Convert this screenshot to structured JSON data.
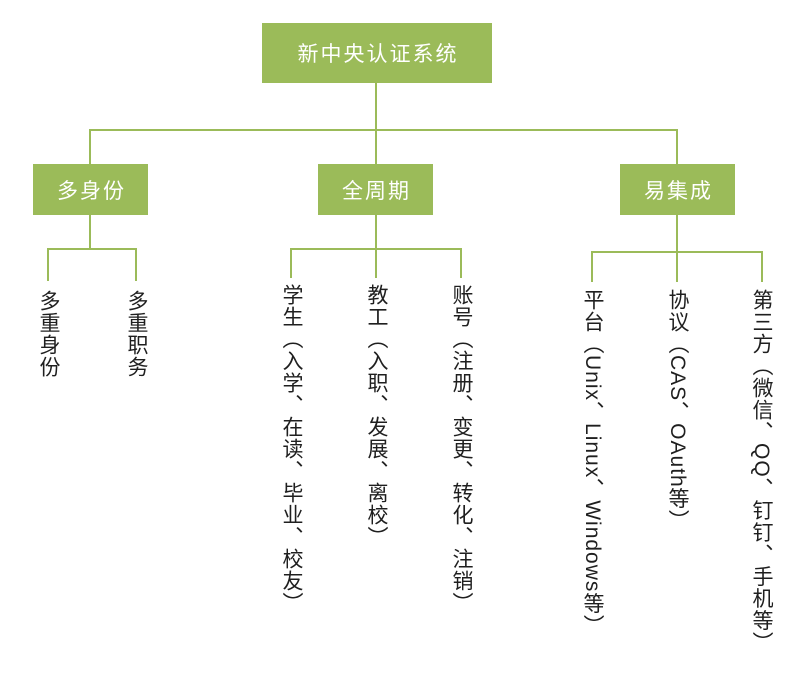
{
  "diagram": {
    "type": "tree",
    "root": {
      "label": "新中央认证系统"
    },
    "branches": [
      {
        "label": "多身份",
        "leaves": [
          {
            "label": "多重身份"
          },
          {
            "label": "多重职务"
          }
        ]
      },
      {
        "label": "全周期",
        "leaves": [
          {
            "label": "学生（入学、在读、毕业、校友）"
          },
          {
            "label": "教工（入职、发展、离校）"
          },
          {
            "label": "账号（注册、变更、转化、注销）"
          }
        ]
      },
      {
        "label": "易集成",
        "leaves": [
          {
            "label": "平台（Unix、Linux、Windows等）"
          },
          {
            "label": "协议（CAS、OAuth等）"
          },
          {
            "label": "第三方（微信、QQ、钉钉、手机等）"
          }
        ]
      }
    ],
    "colors": {
      "node_fill": "#9BBB59",
      "connector": "#9BBB59",
      "node_text": "#FFFFFF",
      "leaf_text": "#1F1F1F",
      "background": "#FFFFFF"
    }
  }
}
